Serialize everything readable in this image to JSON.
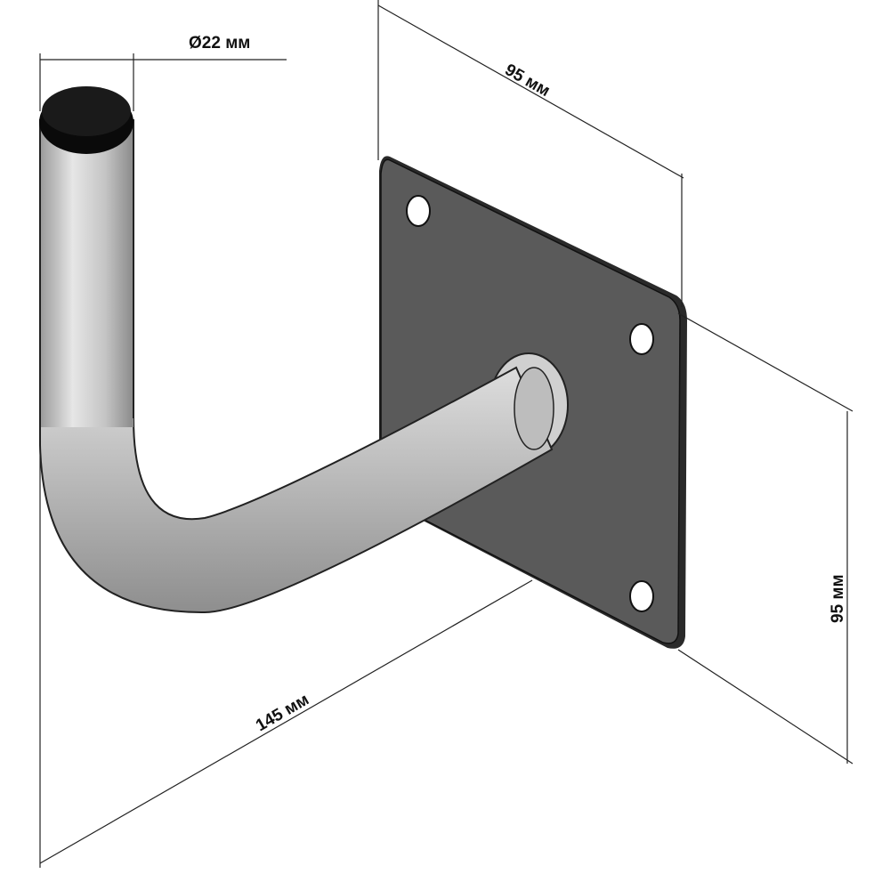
{
  "dimensions": {
    "diameter": "Ø22 мм",
    "plate_width": "95 мм",
    "plate_height": "95 мм",
    "length": "145 мм"
  },
  "colors": {
    "plate": "#5a5a5a",
    "pipe": "#c8c8c8",
    "pipe_cap": "#0a0a0a",
    "lines": "#222222"
  }
}
